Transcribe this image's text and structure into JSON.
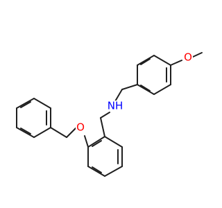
{
  "molecule": {
    "atoms": {
      "oxygen_top": "O",
      "nitrogen": "NH",
      "oxygen_left": "O"
    },
    "colors": {
      "bond": "#1f1f1f",
      "oxygen": "#ff0000",
      "nitrogen": "#0000ff",
      "background": "#ffffff"
    }
  }
}
